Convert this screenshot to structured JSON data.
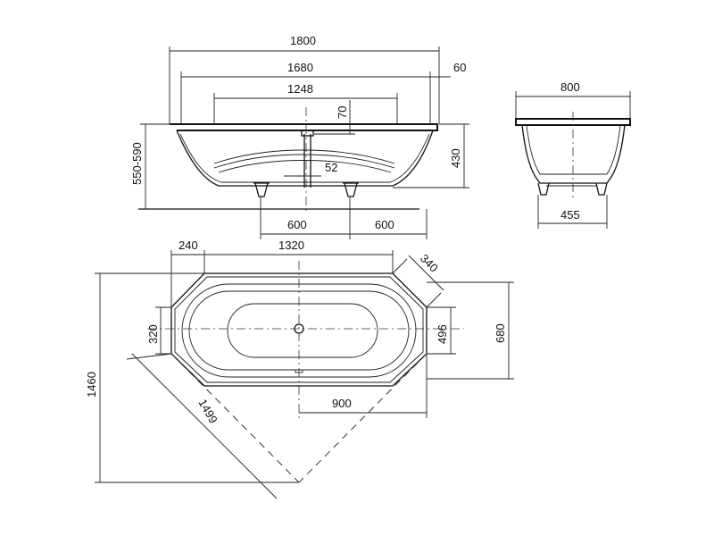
{
  "side_view": {
    "overall_length": "1800",
    "inner_length": "1680",
    "rim_width": "60",
    "bottom_length": "1248",
    "drain_offset": "70",
    "drain_height": "52",
    "height_range": "550-590",
    "depth": "430",
    "leg_spacing_left": "600",
    "leg_spacing_right": "600"
  },
  "end_view": {
    "width": "800",
    "leg_span": "455"
  },
  "top_view": {
    "corner_length": "240",
    "straight_length": "1320",
    "chamfer": "340",
    "end_width": "320",
    "inner_width": "496",
    "overall_width": "680",
    "drain_distance": "900",
    "overall_height": "1460",
    "diagonal": "1499"
  }
}
